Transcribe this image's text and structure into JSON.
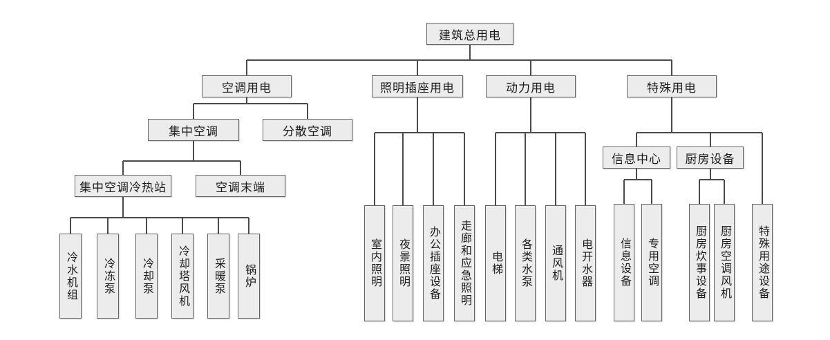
{
  "diagram": {
    "type": "tree-org-chart",
    "colors": {
      "background": "#ffffff",
      "box_fill": "#ececec",
      "box_border": "#636363",
      "line": "#4a4a4a",
      "text": "#1c1c1c"
    }
  },
  "nodes": {
    "root": "建筑总用电",
    "ac": "空调用电",
    "lighting": "照明插座用电",
    "power": "动力用电",
    "special": "特殊用电",
    "central_ac": "集中空调",
    "distributed_ac": "分散空调",
    "central_station": "集中空调冷热站",
    "ac_terminal": "空调末端",
    "chiller": "冷水机组",
    "chilled_pump": "冷冻泵",
    "cooling_pump": "冷却泵",
    "cooling_tower_fan": "冷却塔风机",
    "heating_pump": "采暖泵",
    "boiler": "锅炉",
    "indoor_lighting": "室内照明",
    "night_lighting": "夜景照明",
    "office_socket_equipment": "办公插座设备",
    "corridor_emergency_lighting": "走廊和应急照明",
    "elevator": "电梯",
    "various_water_pumps": "各类水泵",
    "ventilation_fan": "通风机",
    "electric_water_heater": "电开水器",
    "info_center": "信息中心",
    "kitchen_equipment": "厨房设备",
    "info_equipment": "信息设备",
    "dedicated_ac": "专用空调",
    "kitchen_cooking_equipment": "厨房炊事设备",
    "kitchen_ac_fan": "厨房空调风机",
    "special_purpose_equipment": "特殊用途设备"
  },
  "hierarchy": {
    "root": {
      "ac": {
        "central_ac": {
          "central_station": [
            "chiller",
            "chilled_pump",
            "cooling_pump",
            "cooling_tower_fan",
            "heating_pump",
            "boiler"
          ],
          "ac_terminal": []
        },
        "distributed_ac": []
      },
      "lighting": [
        "indoor_lighting",
        "night_lighting",
        "office_socket_equipment",
        "corridor_emergency_lighting"
      ],
      "power": [
        "elevator",
        "various_water_pumps",
        "ventilation_fan",
        "electric_water_heater"
      ],
      "special": {
        "info_center": [
          "info_equipment",
          "dedicated_ac"
        ],
        "kitchen_equipment": [
          "kitchen_cooking_equipment",
          "kitchen_ac_fan"
        ],
        "special_purpose_equipment": []
      }
    }
  }
}
